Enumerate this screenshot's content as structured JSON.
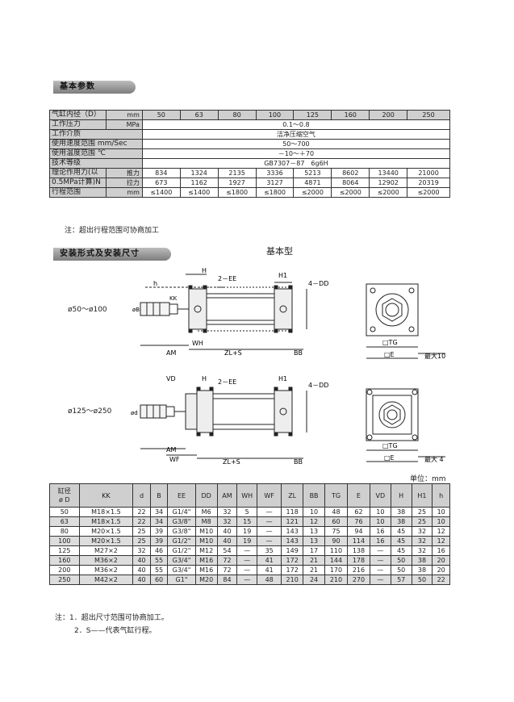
{
  "section1_title": "基本参数",
  "spec": {
    "bore_label": "气缸内径（D）",
    "bore_unit": "mm",
    "bores": [
      "50",
      "63",
      "80",
      "100",
      "125",
      "160",
      "200",
      "250"
    ],
    "rows": [
      {
        "label": "工作压力",
        "unit": "MPa",
        "value": "0.1～0.8"
      },
      {
        "label": "工作介质",
        "unit": "",
        "value": "洁净压缩空气"
      },
      {
        "label": "使用速度范围 mm/Sec",
        "unit": "",
        "value": "50～700"
      },
      {
        "label": "使用温度范围 ℃",
        "unit": "",
        "value": "－10～＋70"
      },
      {
        "label": "技术等级",
        "unit": "",
        "value": "GB7307－87　6g6H"
      }
    ],
    "force_label1": "理论作用力(以",
    "force_label2": "0.5MPa计算)N",
    "push_label": "推力",
    "pull_label": "拉力",
    "push": [
      "834",
      "1324",
      "2135",
      "3336",
      "5213",
      "8602",
      "13440",
      "21000"
    ],
    "pull": [
      "673",
      "1162",
      "1927",
      "3127",
      "4871",
      "8064",
      "12902",
      "20319"
    ],
    "stroke_label": "行程范围",
    "stroke_unit": "mm",
    "stroke": [
      "≤1400",
      "≤1400",
      "≤1800",
      "≤1800",
      "≤2000",
      "≤2000",
      "≤2000",
      "≤2000"
    ]
  },
  "note1": "注：超出行程范围可协商加工",
  "section2_title": "安装形式及安装尺寸",
  "drawing_title": "基本型",
  "range1": "ø50～ø100",
  "range2": "ø125～ø250",
  "dim_labels": {
    "h": "h",
    "H": "H",
    "EE": "2－EE",
    "H1": "H1",
    "DD": "4－DD",
    "AM": "AM",
    "WH": "WH",
    "WF": "WF",
    "ZL": "ZL+S",
    "BB": "BB",
    "VD": "VD",
    "TG": "□TG",
    "E": "□E",
    "max10": "最大10",
    "max4": "最大 4",
    "KK": "KK",
    "B": "øB",
    "d": "ød"
  },
  "unit_label": "单位：mm",
  "dims": {
    "headers": [
      "缸径\nø D",
      "KK",
      "d",
      "B",
      "EE",
      "DD",
      "AM",
      "WH",
      "WF",
      "ZL",
      "BB",
      "TG",
      "E",
      "VD",
      "H",
      "H1",
      "h"
    ],
    "rows": [
      [
        "50",
        "M18×1.5",
        "22",
        "34",
        "G1/4\"",
        "M6",
        "32",
        "5",
        "—",
        "118",
        "10",
        "48",
        "62",
        "10",
        "38",
        "25",
        "10"
      ],
      [
        "63",
        "M18×1.5",
        "22",
        "34",
        "G3/8\"",
        "M8",
        "32",
        "15",
        "—",
        "121",
        "12",
        "60",
        "76",
        "10",
        "38",
        "25",
        "10"
      ],
      [
        "80",
        "M20×1.5",
        "25",
        "39",
        "G3/8\"",
        "M10",
        "40",
        "19",
        "—",
        "143",
        "13",
        "75",
        "94",
        "16",
        "45",
        "32",
        "12"
      ],
      [
        "100",
        "M20×1.5",
        "25",
        "39",
        "G1/2\"",
        "M10",
        "40",
        "19",
        "—",
        "143",
        "13",
        "90",
        "114",
        "16",
        "45",
        "32",
        "12"
      ],
      [
        "125",
        "M27×2",
        "32",
        "46",
        "G1/2\"",
        "M12",
        "54",
        "—",
        "35",
        "149",
        "17",
        "110",
        "138",
        "—",
        "45",
        "32",
        "16"
      ],
      [
        "160",
        "M36×2",
        "40",
        "55",
        "G3/4\"",
        "M16",
        "72",
        "—",
        "41",
        "172",
        "21",
        "144",
        "178",
        "—",
        "50",
        "38",
        "20"
      ],
      [
        "200",
        "M36×2",
        "40",
        "55",
        "G3/4\"",
        "M16",
        "72",
        "—",
        "41",
        "172",
        "21",
        "170",
        "216",
        "—",
        "50",
        "38",
        "20"
      ],
      [
        "250",
        "M42×2",
        "40",
        "60",
        "G1\"",
        "M20",
        "84",
        "—",
        "48",
        "210",
        "24",
        "210",
        "270",
        "—",
        "57",
        "50",
        "22"
      ]
    ]
  },
  "note2_1": "注：1．超出尺寸范围可协商加工。",
  "note2_2": "2．S——代表气缸行程。"
}
